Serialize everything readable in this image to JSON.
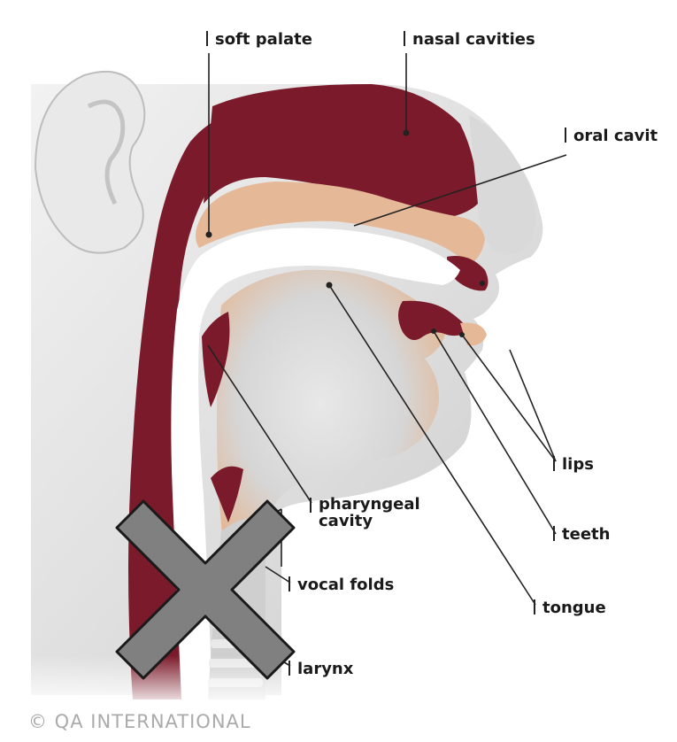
{
  "labels": {
    "soft_palate": "soft palate",
    "nasal_cavities": "nasal cavities",
    "oral_cavity": "oral cavit",
    "lips": "lips",
    "pharyngeal_line1": "pharyngeal",
    "pharyngeal_line2": "cavity",
    "teeth": "teeth",
    "vocal_folds": "vocal folds",
    "tongue": "tongue",
    "larynx": "larynx"
  },
  "copyright": "© QA INTERNATIONAL",
  "colors": {
    "muscle": "#7b1a2a",
    "flesh": "#e5b998",
    "skin": "#dedede",
    "airway": "#ffffff",
    "label_text": "#1a1a1a",
    "censor_mark": "#808080"
  }
}
